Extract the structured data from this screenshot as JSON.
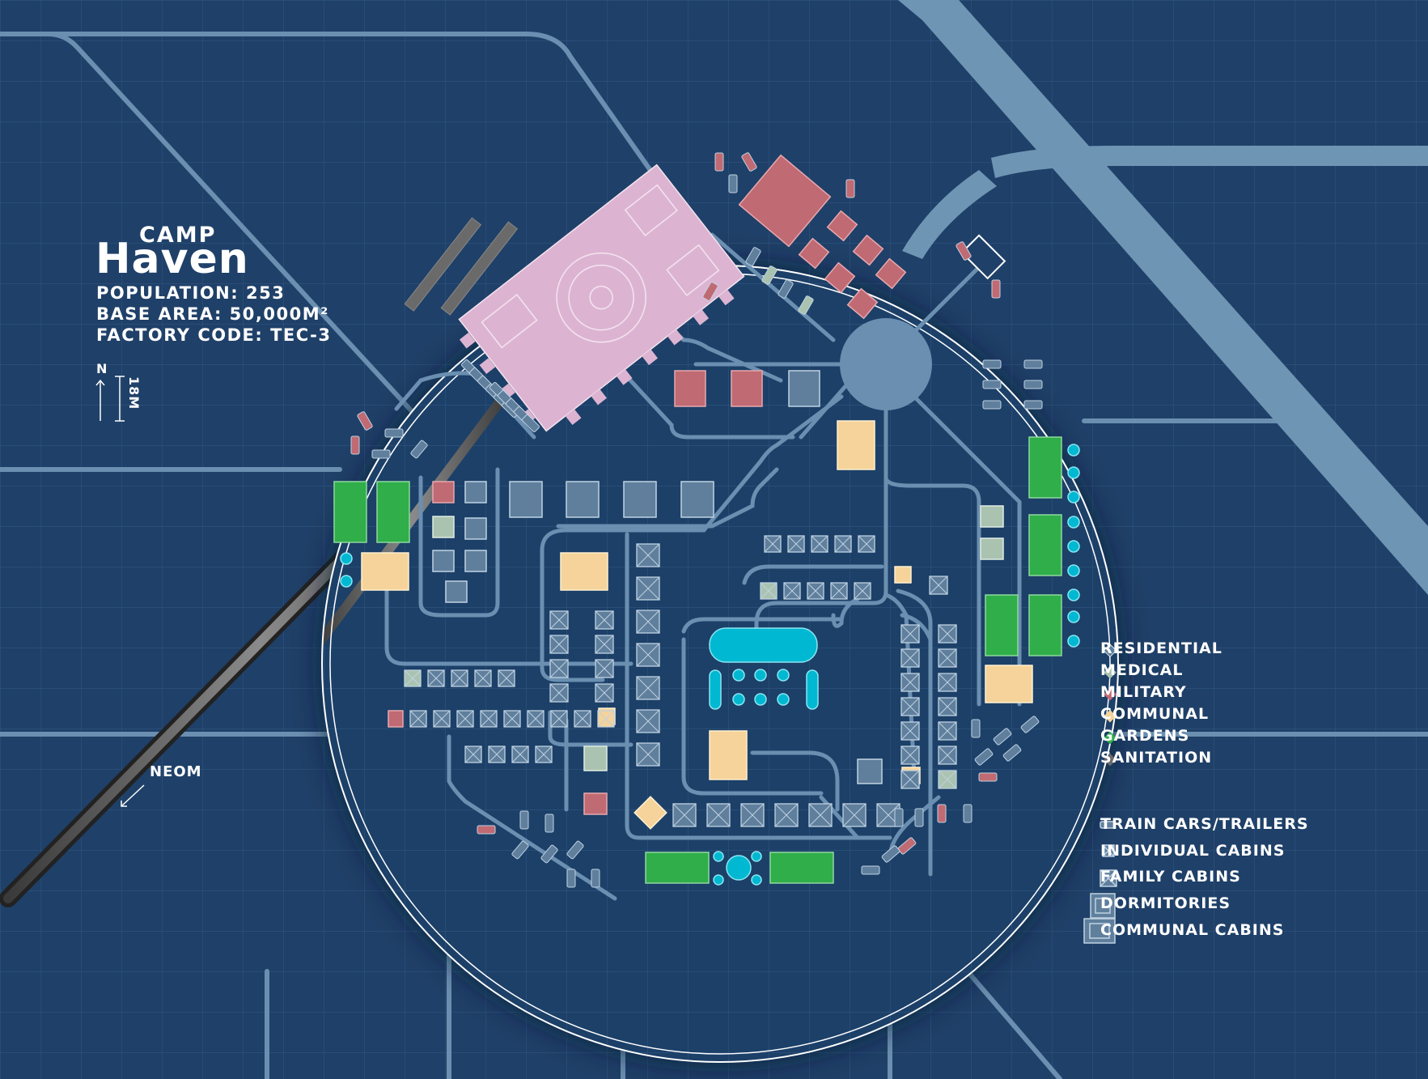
{
  "title": {
    "camp": "CAMP",
    "name": "Haven"
  },
  "stats": [
    "POPULATION: 253",
    "BASE AREA: 50,000M²",
    "FACTORY CODE: TEC-3"
  ],
  "scale": {
    "north": "N",
    "distance": "18M"
  },
  "destination": "NEOM",
  "colors": {
    "background": "#1e3f66",
    "grid": "#2d5480",
    "road": "#6b8fb0",
    "river": "#6e96b4",
    "residential": "#5f7f9d",
    "medical": "#a9c3b0",
    "military": "#c06a73",
    "communal": "#f5d39a",
    "gardens": "#2fae4a",
    "sanitation": "#6a6a6a",
    "factory": "#dcb4d2",
    "water": "#00b8d1"
  },
  "legend_zones": [
    {
      "label": "RESIDENTIAL",
      "color": "#5f7f9d"
    },
    {
      "label": "MEDICAL",
      "color": "#a9c3b0"
    },
    {
      "label": "MILITARY",
      "color": "#c06a73"
    },
    {
      "label": "COMMUNAL",
      "color": "#f5d39a"
    },
    {
      "label": "GARDENS",
      "color": "#2fae4a"
    },
    {
      "label": "SANITATION",
      "color": "#6a6a6a"
    }
  ],
  "legend_structures": [
    {
      "label": "TRAIN CARS/TRAILERS",
      "icon": "train-car-icon"
    },
    {
      "label": "INDIVIDUAL CABINS",
      "icon": "individual-cabin-icon"
    },
    {
      "label": "FAMILY CABINS",
      "icon": "family-cabin-icon"
    },
    {
      "label": "DORMITORIES",
      "icon": "dormitory-icon"
    },
    {
      "label": "COMMUNAL CABINS",
      "icon": "communal-cabin-icon"
    }
  ]
}
